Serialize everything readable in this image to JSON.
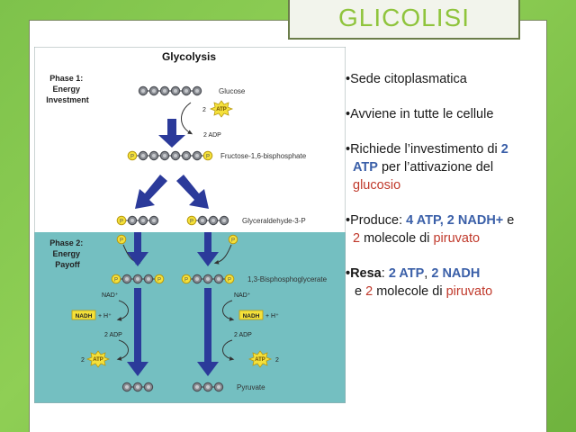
{
  "title": "GLICOLISI",
  "diagram": {
    "heading": "Glycolysis",
    "phase1": [
      "Phase 1:",
      "Energy",
      "Investment"
    ],
    "phase2": [
      "Phase 2:",
      "Energy",
      "Payoff"
    ],
    "glucose": "Glucose",
    "fbp": "Fructose-1,6-bisphosphate",
    "g3p": "Glyceraldehyde-3-P",
    "bpg": "1,3-Bisphosphoglycerate",
    "pyruvate": "Pyruvate",
    "atp": "ATP",
    "nadh": "NADH",
    "nad_plus": "NAD⁺",
    "h_plus": "+ H⁺",
    "two": "2",
    "two_adp": "2 ADP",
    "phosphate": "P"
  },
  "bullets": {
    "b1": "•Sede citoplasmatica",
    "b2": "•Avviene in tutte le cellule",
    "b3a": "•Richiede l’investimento di ",
    "b3b": "2",
    "b3c": "ATP",
    "b3d": " per l’attivazione del",
    "b3e": "glucosio",
    "b4a": "•Produce: ",
    "b4b": "4 ATP, 2 NADH+",
    "b4c": " e",
    "b4d": "2",
    "b4e": " molecole di ",
    "b4f": "piruvato",
    "b5a": "•Resa",
    "b5b": ": ",
    "b5c": "2 ATP",
    "b5d": ", ",
    "b5e": "2 NADH",
    "b5f": "e ",
    "b5g": "2",
    "b5h": " molecole di ",
    "b5i": "piruvato"
  }
}
